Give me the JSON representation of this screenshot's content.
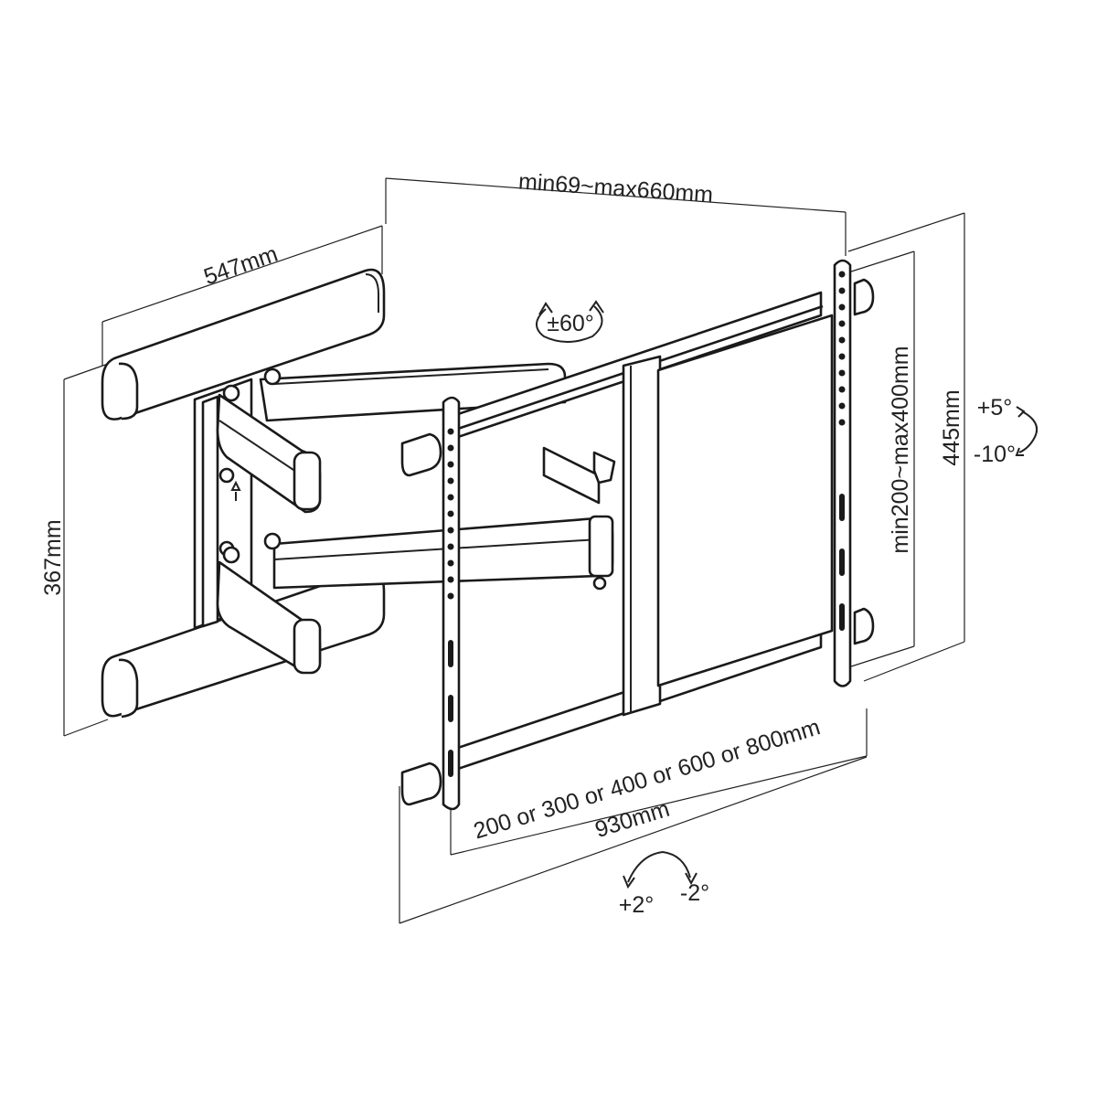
{
  "dimensions": {
    "wall_plate_width": "547mm",
    "wall_plate_height": "367mm",
    "extension": "min69~max660mm",
    "vesa_vertical": "min200~max400mm",
    "vesa_horizontal": "200 or 300 or 400 or 600 or 800mm",
    "total_height": "445mm",
    "total_width": "930mm"
  },
  "adjustments": {
    "swivel": "±60°",
    "tilt_up": "+5°",
    "tilt_down": "-10°",
    "roll_left": "+2°",
    "roll_right": "-2°"
  },
  "icons": [
    "swivel-arrow-icon",
    "tilt-arrow-icon",
    "roll-arrow-icon"
  ],
  "colors": {
    "line": "#1a1a1a",
    "background": "#ffffff"
  }
}
